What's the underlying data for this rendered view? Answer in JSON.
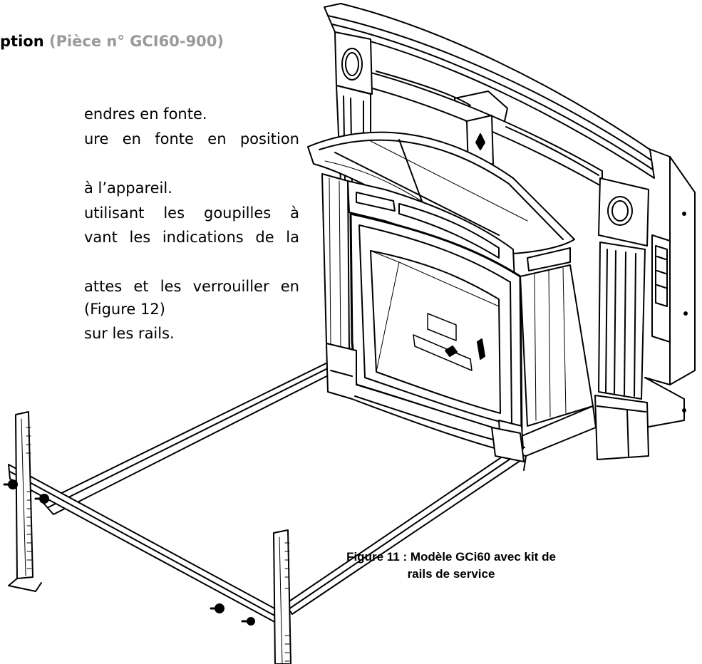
{
  "heading": {
    "prefix": "ption",
    "part": "(Pièce n° GCI60-900)"
  },
  "lines": [
    "endres en fonte.",
    "ure  en  fonte  en  position",
    "à l’appareil.",
    "utilisant  les  goupilles  à",
    "vant  les  indications  de  la",
    "attes  et  les  verrouiller  en",
    "(Figure 12)",
    "sur les rails."
  ],
  "figure": {
    "caption": "Figure 11 : Modèle GCi60 avec kit de rails de service"
  }
}
